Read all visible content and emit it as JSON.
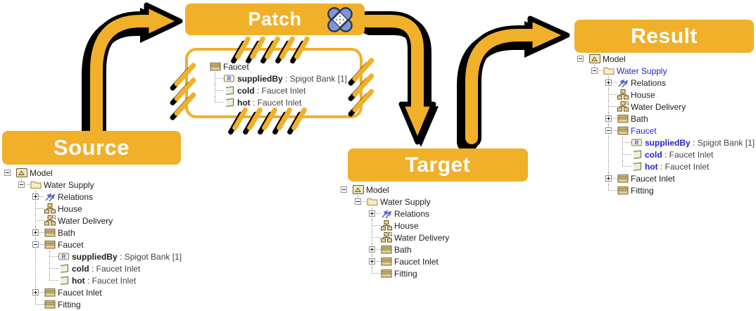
{
  "banners": {
    "source": "Source",
    "patch": "Patch",
    "target": "Target",
    "result": "Result"
  },
  "colors": {
    "gold": "#F1B02A",
    "modified_blue": "#2424CC",
    "banner_text": "#FFFFFF",
    "tree_text": "#202020",
    "bandaid_blue": "#7D95D1"
  },
  "patch_badge_icon": "bandaid-icon",
  "patch_box": {
    "nodes": [
      {
        "label": "Faucet",
        "level": 1,
        "expander": null,
        "icon": "class-icon"
      },
      {
        "label": "suppliedBy",
        "suffix": " : Spigot Bank [1]",
        "level": 2,
        "expander": null,
        "icon": "reference-icon",
        "bold": true
      },
      {
        "label": "cold",
        "suffix": " : Faucet Inlet",
        "level": 2,
        "expander": null,
        "icon": "port-icon",
        "bold": true
      },
      {
        "label": "hot",
        "suffix": " : Faucet Inlet",
        "level": 2,
        "expander": null,
        "icon": "port-icon",
        "bold": true
      }
    ]
  },
  "source_tree": {
    "nodes": [
      {
        "label": "Model",
        "level": 1,
        "expander": "minus",
        "icon": "model-icon"
      },
      {
        "label": "Water Supply",
        "level": 2,
        "expander": "minus",
        "icon": "folder-icon"
      },
      {
        "label": "Relations",
        "level": 3,
        "expander": "plus",
        "icon": "relations-icon"
      },
      {
        "label": "House",
        "level": 3,
        "expander": null,
        "icon": "component-icon"
      },
      {
        "label": "Water Delivery",
        "level": 3,
        "expander": null,
        "icon": "component-doc-icon"
      },
      {
        "label": "Bath",
        "level": 3,
        "expander": "plus",
        "icon": "class-icon"
      },
      {
        "label": "Faucet",
        "level": 3,
        "expander": "minus",
        "icon": "class-icon"
      },
      {
        "label": "suppliedBy",
        "suffix": " : Spigot Bank [1]",
        "level": 4,
        "expander": null,
        "icon": "reference-icon",
        "bold": true
      },
      {
        "label": "cold",
        "suffix": " : Faucet Inlet",
        "level": 4,
        "expander": null,
        "icon": "port-icon",
        "bold": true
      },
      {
        "label": "hot",
        "suffix": " : Faucet Inlet",
        "level": 4,
        "expander": null,
        "icon": "port-icon",
        "bold": true
      },
      {
        "label": "Faucet Inlet",
        "level": 3,
        "expander": "plus",
        "icon": "class-icon"
      },
      {
        "label": "Fitting",
        "level": 3,
        "expander": null,
        "icon": "class-icon"
      }
    ]
  },
  "target_tree": {
    "nodes": [
      {
        "label": "Model",
        "level": 1,
        "expander": "minus",
        "icon": "model-icon"
      },
      {
        "label": "Water Supply",
        "level": 2,
        "expander": "minus",
        "icon": "folder-icon"
      },
      {
        "label": "Relations",
        "level": 3,
        "expander": "plus",
        "icon": "relations-icon"
      },
      {
        "label": "House",
        "level": 3,
        "expander": null,
        "icon": "component-icon"
      },
      {
        "label": "Water Delivery",
        "level": 3,
        "expander": null,
        "icon": "component-doc-icon"
      },
      {
        "label": "Bath",
        "level": 3,
        "expander": "plus",
        "icon": "class-icon"
      },
      {
        "label": "Faucet Inlet",
        "level": 3,
        "expander": "plus",
        "icon": "class-icon"
      },
      {
        "label": "Fitting",
        "level": 3,
        "expander": null,
        "icon": "class-icon"
      }
    ]
  },
  "result_tree": {
    "nodes": [
      {
        "label": "Model",
        "level": 1,
        "expander": "minus",
        "icon": "model-icon"
      },
      {
        "label": "Water Supply",
        "level": 2,
        "expander": "minus",
        "icon": "folder-icon",
        "modified": true
      },
      {
        "label": "Relations",
        "level": 3,
        "expander": "plus",
        "icon": "relations-icon"
      },
      {
        "label": "House",
        "level": 3,
        "expander": null,
        "icon": "component-icon"
      },
      {
        "label": "Water Delivery",
        "level": 3,
        "expander": null,
        "icon": "component-doc-icon"
      },
      {
        "label": "Bath",
        "level": 3,
        "expander": "plus",
        "icon": "class-icon"
      },
      {
        "label": "Faucet",
        "level": 3,
        "expander": "minus",
        "icon": "class-icon",
        "modified": true
      },
      {
        "label": "suppliedBy",
        "suffix": " : Spigot Bank [1]",
        "level": 4,
        "expander": null,
        "icon": "reference-icon",
        "bold": true,
        "modified": true
      },
      {
        "label": "cold",
        "suffix": " : Faucet Inlet",
        "level": 4,
        "expander": null,
        "icon": "port-icon",
        "bold": true,
        "modified": true
      },
      {
        "label": "hot",
        "suffix": " : Faucet Inlet",
        "level": 4,
        "expander": null,
        "icon": "port-icon",
        "bold": true,
        "modified": true
      },
      {
        "label": "Faucet Inlet",
        "level": 3,
        "expander": "plus",
        "icon": "class-icon"
      },
      {
        "label": "Fitting",
        "level": 3,
        "expander": null,
        "icon": "class-icon"
      }
    ]
  }
}
